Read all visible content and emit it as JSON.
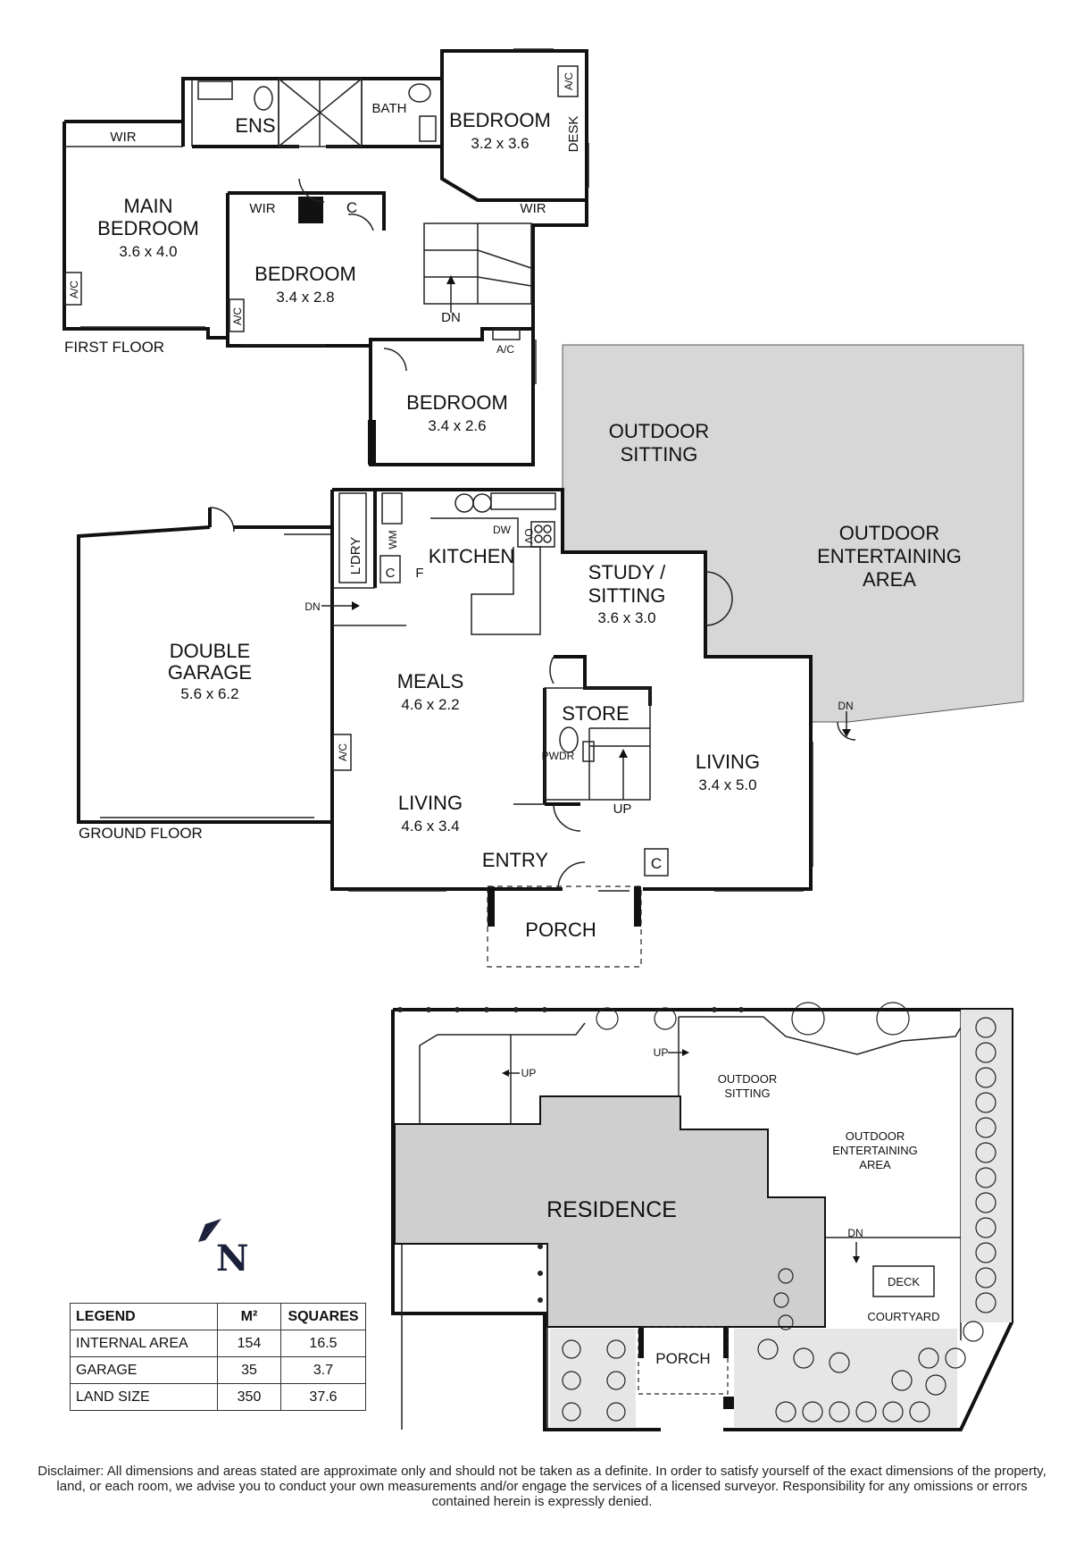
{
  "first_floor": {
    "floor_label": "FIRST FLOOR",
    "main_bedroom": {
      "name_line1": "MAIN",
      "name_line2": "BEDROOM",
      "dims": "3.6 x 4.0"
    },
    "wir_main": "WIR",
    "ens": "ENS",
    "bath": "BATH",
    "bedroom_ne": {
      "name": "BEDROOM",
      "dims": "3.2 x 3.6"
    },
    "desk": "DESK",
    "ac": "A/C",
    "wir_mid": "WIR",
    "c_mid": "C",
    "bedroom_mid": {
      "name": "BEDROOM",
      "dims": "3.4 x 2.8"
    },
    "wir_right": "WIR",
    "dn": "DN",
    "bedroom_s": {
      "name": "BEDROOM",
      "dims": "3.4 x 2.6"
    }
  },
  "ground_floor": {
    "floor_label": "GROUND FLOOR",
    "outdoor_sitting": {
      "line1": "OUTDOOR",
      "line2": "SITTING"
    },
    "outdoor_entertaining": {
      "line1": "OUTDOOR",
      "line2": "ENTERTAINING",
      "line3": "AREA"
    },
    "double_garage": {
      "line1": "DOUBLE",
      "line2": "GARAGE",
      "dims": "5.6 x 6.2"
    },
    "laundry": "L'DRY",
    "wm": "WM",
    "c_laundry": "C",
    "f": "F",
    "dw": "DW",
    "ov": "OV",
    "kitchen": "KITCHEN",
    "dn_laundry": "DN",
    "study": {
      "line1": "STUDY /",
      "line2": "SITTING",
      "dims": "3.6 x 3.0"
    },
    "meals": {
      "name": "MEALS",
      "dims": "4.6 x 2.2"
    },
    "store": "STORE",
    "pwdr": "PWDR",
    "up": "UP",
    "living_right": {
      "name": "LIVING",
      "dims": "3.4 x 5.0"
    },
    "living_left": {
      "name": "LIVING",
      "dims": "4.6 x 3.4"
    },
    "ac": "A/C",
    "dn_outdoor": "DN",
    "entry": "ENTRY",
    "c_entry": "C",
    "porch": "PORCH"
  },
  "site": {
    "up_left": "UP",
    "up_right": "UP",
    "outdoor_sitting": {
      "line1": "OUTDOOR",
      "line2": "SITTING"
    },
    "outdoor_entertaining": {
      "line1": "OUTDOOR",
      "line2": "ENTERTAINING",
      "line3": "AREA"
    },
    "residence": "RESIDENCE",
    "dn": "DN",
    "deck": "DECK",
    "courtyard": "COURTYARD",
    "porch": "PORCH"
  },
  "compass": {
    "letter": "N"
  },
  "legend": {
    "headers": [
      "LEGEND",
      "M²",
      "SQUARES"
    ],
    "rows": [
      {
        "label": "INTERNAL AREA",
        "m2": "154",
        "squares": "16.5"
      },
      {
        "label": "GARAGE",
        "m2": "35",
        "squares": "3.7"
      },
      {
        "label": "LAND SIZE",
        "m2": "350",
        "squares": "37.6"
      }
    ]
  },
  "disclaimer": "Disclaimer: All dimensions and areas stated are approximate only and should not be taken as a definite. In order to satisfy yourself of the exact dimensions of the property, land, or each room, we advise you to conduct your own measurements and/or engage the services of a licensed surveyor. Responsibility for any omissions or errors contained herein is expressly denied.",
  "colors": {
    "outdoor_fill": "#d7d7d7",
    "residence_fill": "#cfcfcf",
    "line": "#111111",
    "compass": "#1a1f3a"
  }
}
